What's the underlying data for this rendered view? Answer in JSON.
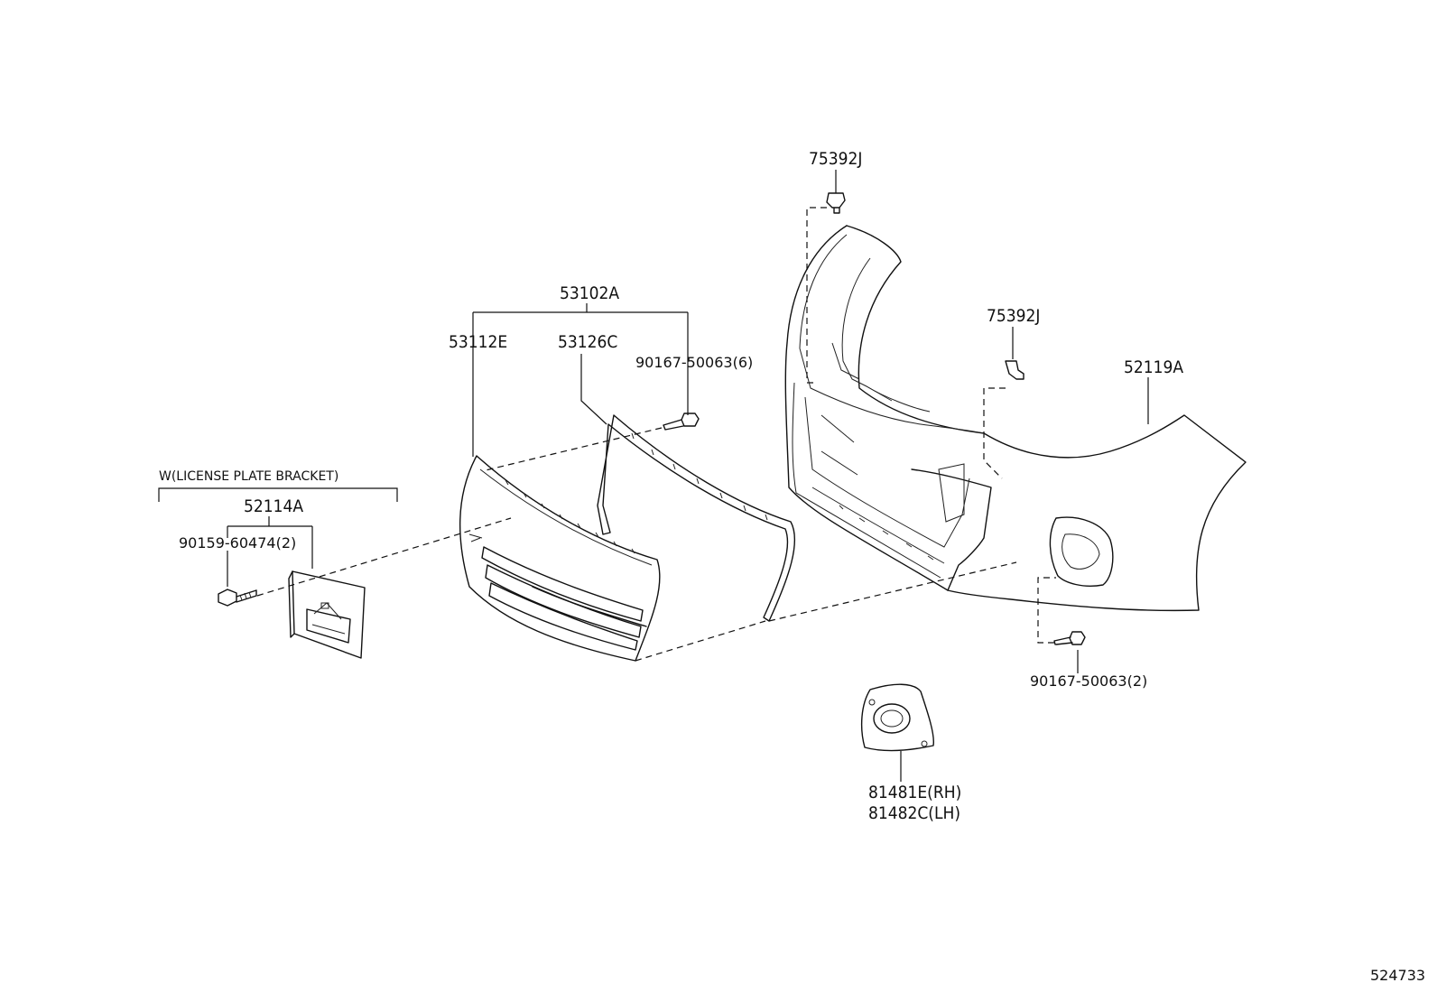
{
  "diagram_id": "524733",
  "callouts": {
    "license_bracket_group": "W(LICENSE PLATE BRACKET)",
    "license_bracket": "52114A",
    "license_bolt": "90159-60474(2)",
    "grille_assy": "53102A",
    "grille_main": "53112E",
    "grille_molding": "53126C",
    "grille_screw": "90167-50063(6)",
    "bumper_cover": "52119A",
    "retainer_upper": "75392J",
    "retainer_mid": "75392J",
    "cover_screw": "90167-50063(2)",
    "fog_cover_rh": "81481E(RH)",
    "fog_cover_lh": "81482C(LH)"
  }
}
